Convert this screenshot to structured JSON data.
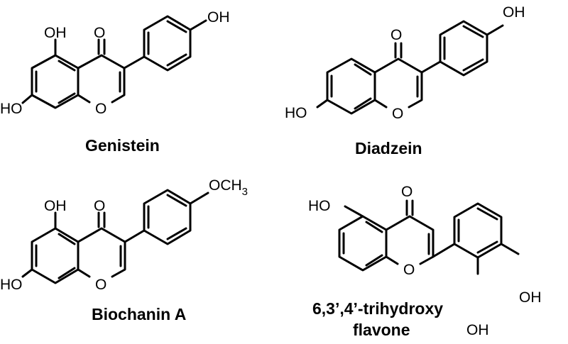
{
  "figure": {
    "compounds": [
      {
        "name": "Genistein",
        "atoms": {
          "o5": "OH",
          "o4": "O",
          "o4p": "OH",
          "o7": "HO",
          "o1": "O"
        }
      },
      {
        "name": "Diadzein",
        "atoms": {
          "o4": "O",
          "o4p": "OH",
          "o7": "HO",
          "o1": "O"
        }
      },
      {
        "name": "Biochanin A",
        "atoms": {
          "o5": "OH",
          "o4": "O",
          "o4p": "OCH",
          "o4p_sub": "3",
          "o7": "HO",
          "o1": "O"
        }
      },
      {
        "name_line1": "6,3’,4’-trihydroxy",
        "name_line2": "flavone",
        "atoms": {
          "o4": "O",
          "o6": "HO",
          "o1": "O",
          "o4p": "OH",
          "o3p": "OH"
        }
      }
    ]
  }
}
